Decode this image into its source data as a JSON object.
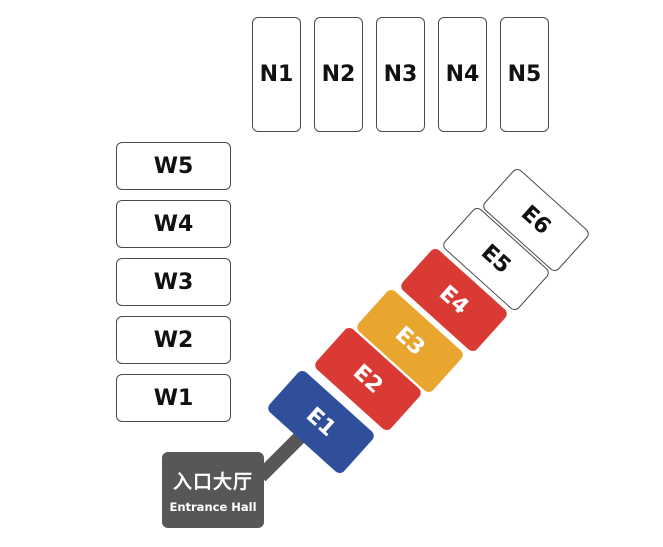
{
  "colors": {
    "outline": "#4a4a4a",
    "white_fill": "#ffffff",
    "e1": "#2f4f9b",
    "e2": "#d93a34",
    "e3": "#e8a62e",
    "e4": "#d93a34",
    "entrance": "#575757"
  },
  "north": [
    "N1",
    "N2",
    "N3",
    "N4",
    "N5"
  ],
  "west": [
    "W5",
    "W4",
    "W3",
    "W2",
    "W1"
  ],
  "east": [
    "E1",
    "E2",
    "E3",
    "E4",
    "E5",
    "E6"
  ],
  "entrance": {
    "name_cn": "入口大厅",
    "name_en": "Entrance Hall"
  }
}
